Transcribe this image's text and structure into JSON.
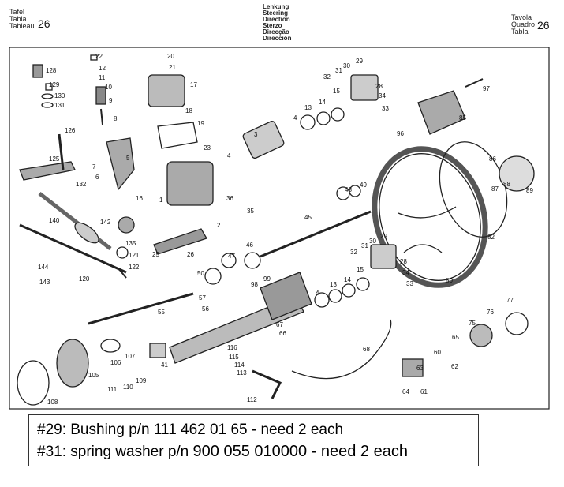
{
  "header": {
    "left": {
      "lines": [
        "Tafel",
        "Tabla",
        "Tableau"
      ],
      "number": "26"
    },
    "center": {
      "lines": [
        "Lenkung",
        "Steering",
        "Direction",
        "Sterzo",
        "Direcção",
        "Dirección"
      ]
    },
    "right": {
      "lines": [
        "Tavola",
        "Quadro",
        "Tabla"
      ],
      "number": "26"
    }
  },
  "callouts": {
    "c128": "128",
    "c129": "129",
    "c130": "130",
    "c131": "131",
    "c126": "126",
    "c125": "125",
    "c132": "132",
    "c22": "22",
    "c12": "12",
    "c11": "11",
    "c10": "10",
    "c9": "9",
    "c8": "8",
    "c5": "5",
    "c7": "7",
    "c6": "6",
    "c16": "16",
    "c20": "20",
    "c21": "21",
    "c17": "17",
    "c18": "18",
    "c19": "19",
    "c23": "23",
    "c1": "1",
    "c2": "2",
    "c3": "3",
    "c4a": "4",
    "c4b": "4",
    "c13": "13",
    "c14": "14",
    "c15": "15",
    "c32": "32",
    "c31": "31",
    "c30": "30",
    "c29": "29",
    "c28": "28",
    "c34": "34",
    "c33": "33",
    "c97": "97",
    "c85": "85",
    "c96": "96",
    "c36": "36",
    "c35": "35",
    "c48": "48",
    "c49": "49",
    "c45": "45",
    "c86": "86",
    "c87": "87",
    "c88": "88",
    "c89": "89",
    "c82": "82",
    "c140": "140",
    "c142": "142",
    "c135": "135",
    "c121": "121",
    "c122": "122",
    "c144": "144",
    "c143": "143",
    "c120": "120",
    "c25": "25",
    "c26": "26",
    "c47": "47",
    "c46": "46",
    "c32b": "32",
    "c31b": "31",
    "c30b": "30",
    "c29b": "29",
    "c28b": "28",
    "c34b": "34",
    "c33b": "33",
    "c80": "80",
    "c50": "50",
    "c98": "98",
    "c99": "99",
    "c57": "57",
    "c56": "56",
    "c55": "55",
    "c4c": "4",
    "c13b": "13",
    "c14b": "14",
    "c15b": "15",
    "c67": "67",
    "c66": "66",
    "c77": "77",
    "c76": "76",
    "c75": "75",
    "c65": "65",
    "c60": "60",
    "c62": "62",
    "c63": "63",
    "c64": "64",
    "c61": "61",
    "c68": "68",
    "c116": "116",
    "c115": "115",
    "c114": "114",
    "c113": "113",
    "c112": "112",
    "c107": "107",
    "c106": "106",
    "c105": "105",
    "c41": "41",
    "c111": "111",
    "c110": "110",
    "c109": "109",
    "c108": "108"
  },
  "notes": {
    "line1": "#29: Bushing p/n 111 462 01 65 - need 2 each",
    "line2_prefix": "#31: spring washer p/n ",
    "line2_number": "900 055 010000 - need 2 each"
  }
}
